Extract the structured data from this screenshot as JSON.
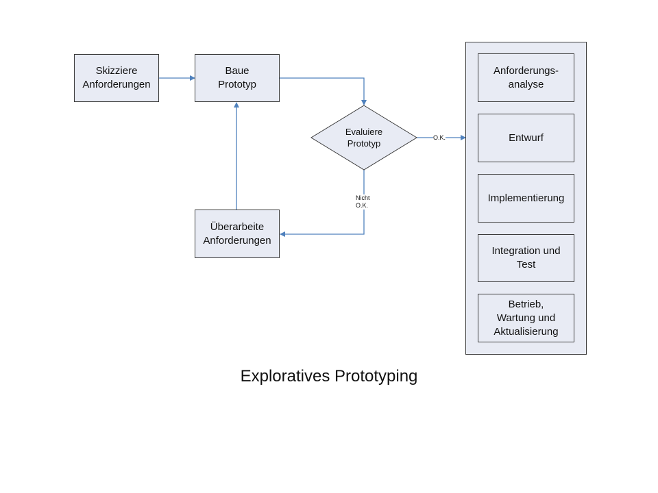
{
  "nodes": {
    "skizziere": "Skizziere\nAnforderungen",
    "baue": "Baue\nPrototyp",
    "evaluiere": "Evaluiere\nPrototyp",
    "ueberarbeite": "Überarbeite\nAnforderungen"
  },
  "edge_labels": {
    "ok": "O.K.",
    "nicht_ok": "Nicht\nO.K."
  },
  "phases": [
    "Anforderungs-\nanalyse",
    "Entwurf",
    "Implementierung",
    "Integration und\nTest",
    "Betrieb,\nWartung und\nAktualisierung"
  ],
  "caption": "Exploratives Prototyping",
  "colors": {
    "box_fill": "#e8ebf4",
    "border": "#3b3b3b",
    "arrow": "#4f81bd"
  }
}
